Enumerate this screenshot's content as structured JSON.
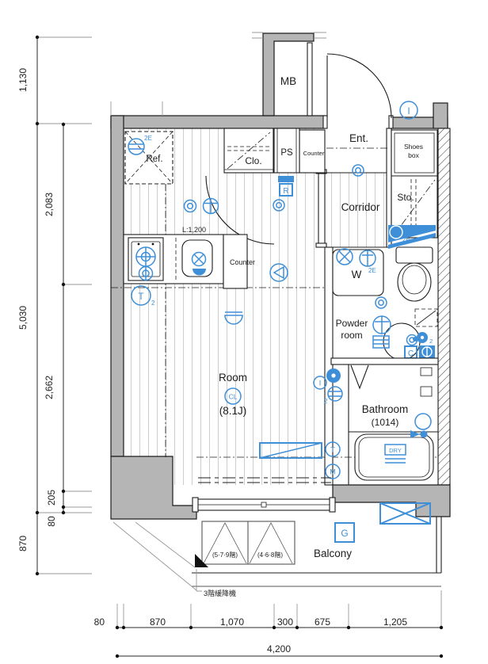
{
  "labels": {
    "mb": "MB",
    "ent": "Ent.",
    "ent_counter": "Counter",
    "shoes_line1": "Shoes",
    "shoes_line2": "box",
    "sto": "Sto.",
    "corridor": "Corridor",
    "clo": "Clo.",
    "ps": "PS",
    "ref": "Ref.",
    "kitchen_l": "L:1,200",
    "kitchen_counter": "Counter",
    "room": "Room",
    "room_closet": "CL",
    "room_size": "(8.1J)",
    "washer": "W",
    "powder_line1": "Powder",
    "powder_line2": "room",
    "bathroom": "Bathroom",
    "bathroom_size": "(1014)",
    "bath_dry": "DRY",
    "balcony": "Balcony",
    "hatch_floors_a": "(5·7·9階)",
    "hatch_floors_b": "(4·6·8階)",
    "escape_device": "3階緩降機"
  },
  "marks": {
    "r": "R",
    "g": "G",
    "c": "C",
    "i": "I",
    "t": "T",
    "m": "M",
    "e2": "2E",
    "sub2": "2"
  },
  "dimensions": {
    "left_outer": [
      "1,130",
      "5,030",
      "870"
    ],
    "left_inner": [
      "2,083",
      "2,662",
      "205",
      "80"
    ],
    "bottom": [
      "80",
      "870",
      "1,070",
      "300",
      "675",
      "1,205"
    ],
    "bottom_total": "4,200"
  },
  "colors": {
    "accent": "#3E8FD8",
    "wall_fill": "#B5B5B5"
  }
}
